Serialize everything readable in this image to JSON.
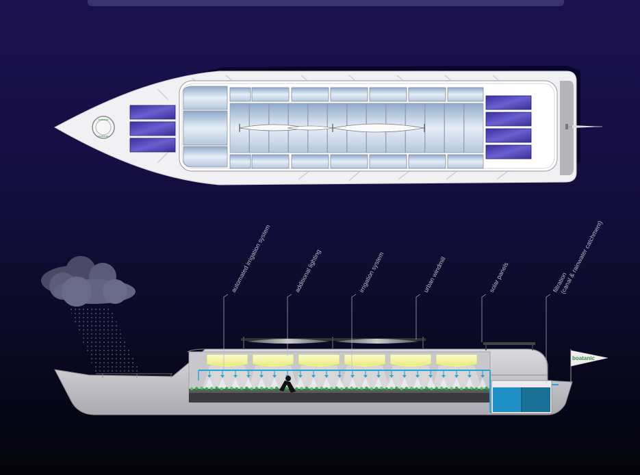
{
  "brand": {
    "flag_label": "boatanic",
    "logo_top": "boatanic",
    "logo_bottom": "boatanic"
  },
  "callouts": [
    {
      "id": "automated-irrigation",
      "label": "automated irrigation system"
    },
    {
      "id": "additional-lighting",
      "label": "additional lighting"
    },
    {
      "id": "irrigation-system",
      "label": "irrigation system"
    },
    {
      "id": "urban-windmill",
      "label": "urban windmill"
    },
    {
      "id": "solar-panels",
      "label": "solar panels"
    },
    {
      "id": "filtration",
      "label": "filtration",
      "label2": "(canal & rainwater catchment)"
    }
  ],
  "colors": {
    "hull": "#c4c4c8",
    "deck_white": "#f2f2f4",
    "solar_panel": "#4a3fb0",
    "grow_light": "#f4f39a",
    "pipe": "#2aa3d6",
    "water_tank": "#1d8fc4",
    "plants": "#3aa34a",
    "cloud": "#5a5a74"
  }
}
